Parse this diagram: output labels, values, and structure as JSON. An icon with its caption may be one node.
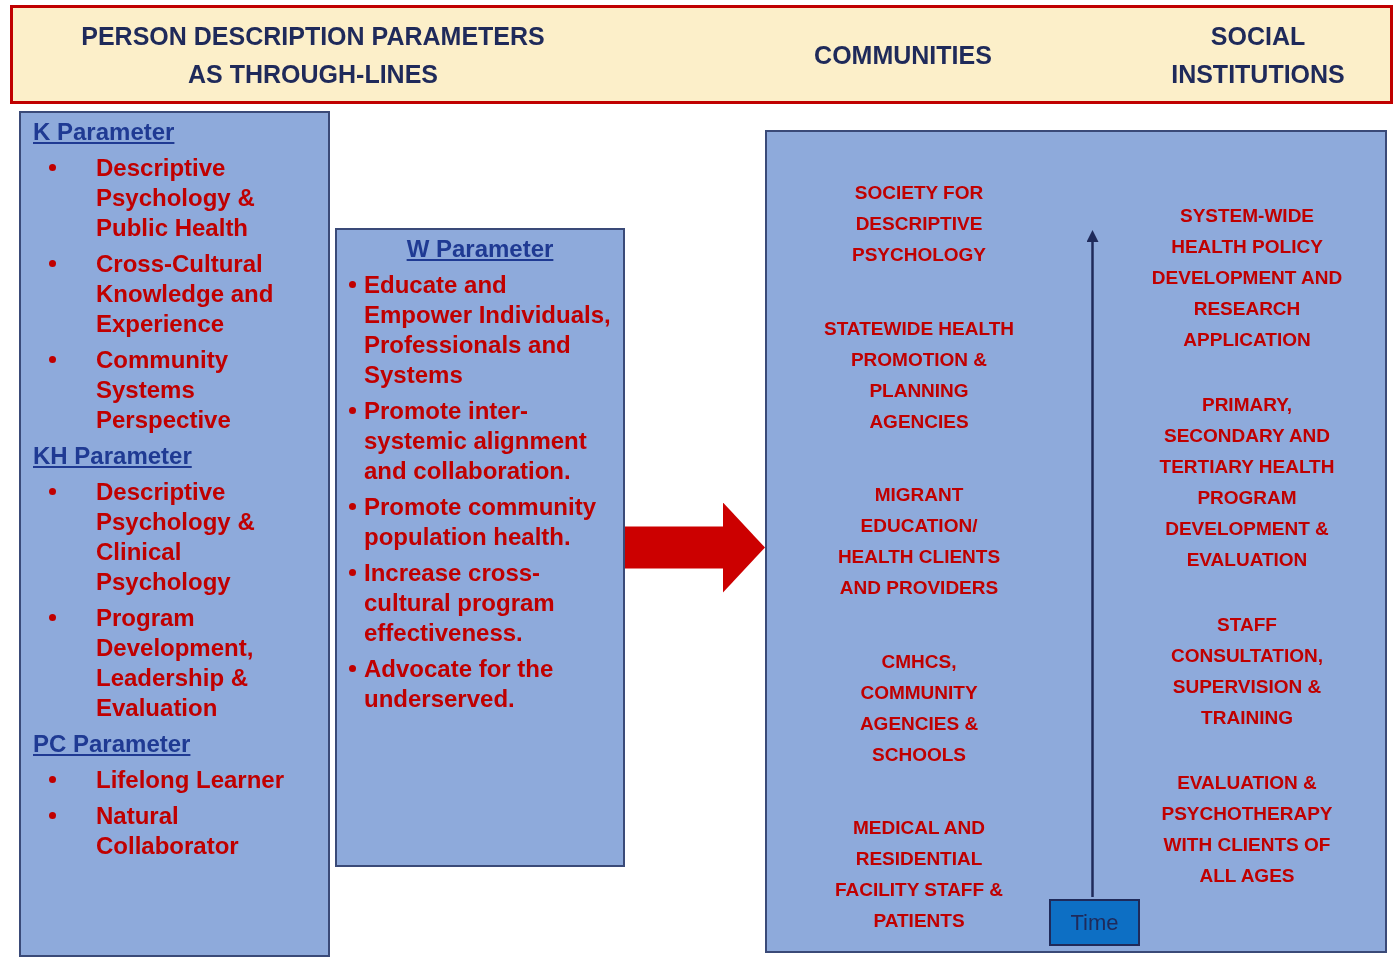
{
  "diagram": {
    "nodes": [
      {
        "text": [
          "PERSON DESCRIPTION PARAMETERS AS THROUGH-LINES",
          "COMMUNITIES",
          "SOCIAL INSTITUTIONS"
        ]
      },
      {
        "text": [
          "K Parameter",
          "Descriptive Psychology & Public Health",
          "Cross-Cultural Knowledge and Experience",
          "Community Systems Perspective",
          "KH Parameter",
          "Descriptive Psychology & Clinical Psychology",
          "Program Development, Leadership & Evaluation",
          "PC Parameter",
          "Lifelong Learner",
          "Natural Collaborator"
        ]
      },
      {
        "text": [
          "W Parameter",
          "Educate and Empower Individuals, Professionals and Systems",
          "Promote inter-systemic alignment and collaboration.",
          "Promote community population health.",
          "Increase cross-cultural program effectiveness.",
          "Advocate for the underserved."
        ]
      },
      {
        "text": [
          "SOCIETY FOR DESCRIPTIVE PSYCHOLOGY",
          "STATEWIDE HEALTH PROMOTION & PLANNING AGENCIES",
          "MIGRANT EDUCATION/ HEALTH CLIENTS AND PROVIDERS",
          "CMHCS, COMMUNITY AGENCIES & SCHOOLS",
          "MEDICAL AND RESIDENTIAL FACILITY STAFF & PATIENTS",
          "SYSTEM-WIDE HEALTH POLICY DEVELOPMENT AND RESEARCH APPLICATION",
          "PRIMARY, SECONDARY AND TERTIARY HEALTH PROGRAM DEVELOPMENT & EVALUATION",
          "STAFF CONSULTATION, SUPERVISION & TRAINING",
          "EVALUATION & PSYCHOTHERAPY WITH CLIENTS OF ALL AGES"
        ]
      },
      {
        "text": [
          "Time"
        ],
        "in": 3
      }
    ],
    "edges": [
      {
        "from": 2,
        "to": 3,
        "arrow": "to",
        "style": "thick",
        "color": "#cc0000"
      },
      {
        "from": 4,
        "to": null,
        "arrow": "to",
        "color": "#1f2a5a"
      }
    ]
  }
}
